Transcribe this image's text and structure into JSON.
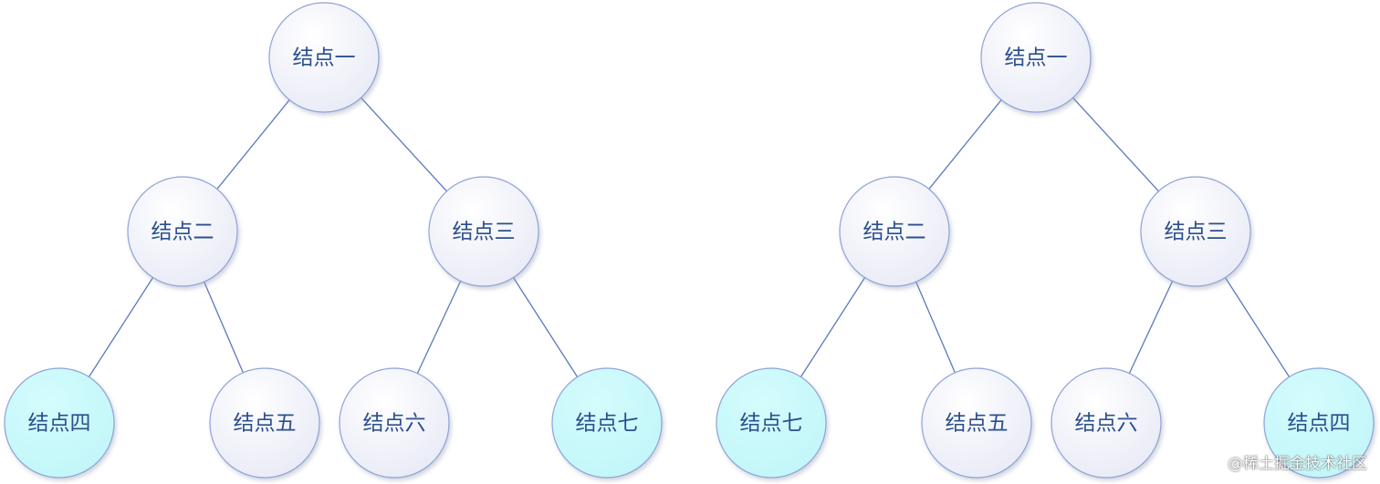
{
  "colors": {
    "edge": "#5b79bd",
    "node_border": "#8ea3d6",
    "node_fill_top": "#ffffff",
    "node_fill_bottom": "#eceef8",
    "highlight_fill": "#c9f9fb",
    "label": "#2b4f8e"
  },
  "trees": [
    {
      "nodes": [
        {
          "id": "n1",
          "label": "结点一",
          "highlighted": false
        },
        {
          "id": "n2",
          "label": "结点二",
          "highlighted": false
        },
        {
          "id": "n3",
          "label": "结点三",
          "highlighted": false
        },
        {
          "id": "n4",
          "label": "结点四",
          "highlighted": true
        },
        {
          "id": "n5",
          "label": "结点五",
          "highlighted": false
        },
        {
          "id": "n6",
          "label": "结点六",
          "highlighted": false
        },
        {
          "id": "n7",
          "label": "结点七",
          "highlighted": true
        }
      ],
      "edges": [
        [
          "n1",
          "n2"
        ],
        [
          "n1",
          "n3"
        ],
        [
          "n2",
          "n4"
        ],
        [
          "n2",
          "n5"
        ],
        [
          "n3",
          "n6"
        ],
        [
          "n3",
          "n7"
        ]
      ]
    },
    {
      "nodes": [
        {
          "id": "m1",
          "label": "结点一",
          "highlighted": false
        },
        {
          "id": "m2",
          "label": "结点二",
          "highlighted": false
        },
        {
          "id": "m3",
          "label": "结点三",
          "highlighted": false
        },
        {
          "id": "m4",
          "label": "结点七",
          "highlighted": true
        },
        {
          "id": "m5",
          "label": "结点五",
          "highlighted": false
        },
        {
          "id": "m6",
          "label": "结点六",
          "highlighted": false
        },
        {
          "id": "m7",
          "label": "结点四",
          "highlighted": true
        }
      ],
      "edges": [
        [
          "m1",
          "m2"
        ],
        [
          "m1",
          "m3"
        ],
        [
          "m2",
          "m4"
        ],
        [
          "m2",
          "m5"
        ],
        [
          "m3",
          "m6"
        ],
        [
          "m3",
          "m7"
        ]
      ]
    }
  ],
  "watermark": "@稀土掘金技术社区"
}
